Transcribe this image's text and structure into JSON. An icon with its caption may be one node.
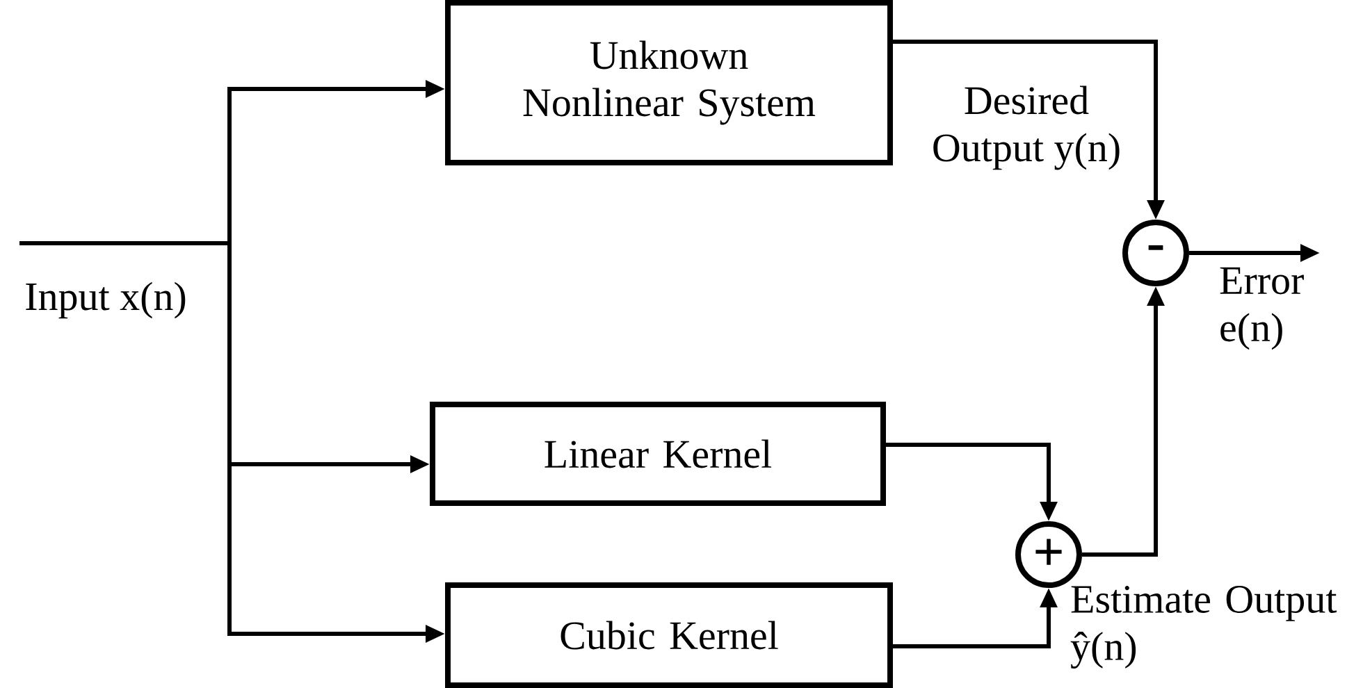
{
  "diagram": {
    "nodes": [
      {
        "text": [
          "Input x(n)"
        ]
      },
      {
        "text": [
          "Unknown Nonlinear System"
        ]
      },
      {
        "text": [
          "Linear Kernel"
        ]
      },
      {
        "text": [
          "Cubic Kernel"
        ]
      },
      {
        "text": [
          "-"
        ]
      },
      {
        "text": [
          "+"
        ],
        "beside": [
          "Estimate Output ŷ(n)"
        ]
      }
    ],
    "edges": [
      {
        "from": 0,
        "to": 1,
        "arrow": "to"
      },
      {
        "from": 0,
        "to": 2,
        "arrow": "to"
      },
      {
        "from": 0,
        "to": 3,
        "arrow": "to"
      },
      {
        "from": 1,
        "to": 4,
        "arrow": "to",
        "label": "Desired Output y(n)"
      },
      {
        "from": 2,
        "to": 5,
        "arrow": "to"
      },
      {
        "from": 3,
        "to": 5,
        "arrow": "to"
      },
      {
        "from": 5,
        "to": 4,
        "arrow": "to"
      },
      {
        "from": 4,
        "to": null,
        "arrow": "to",
        "label": "Error e(n)"
      }
    ]
  }
}
